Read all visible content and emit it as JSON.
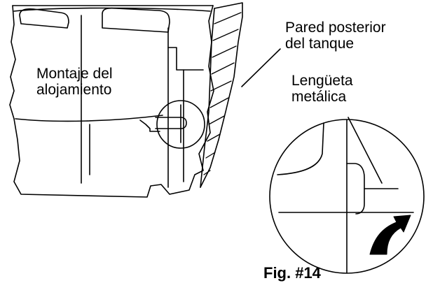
{
  "labels": {
    "housing": {
      "line1": "Montaje del",
      "line2": "alojamiento"
    },
    "tank_wall": {
      "line1": "Pared posterior",
      "line2": "del tanque"
    },
    "tab": {
      "line1": "Lengüeta",
      "line2": "metálica"
    }
  },
  "caption": "Fig. #14"
}
